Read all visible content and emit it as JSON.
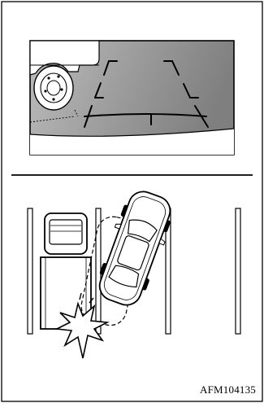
{
  "figure": {
    "code": "AFM104135",
    "panels": [
      {
        "name": "rear-view-camera-display",
        "guide_lines": "dashed-parking-guide",
        "obstacle": "truck-rear-wheel"
      },
      {
        "name": "top-view-parking-scenario",
        "vehicle": "car-reversing-into-space",
        "obstacle": "parked-truck",
        "event": "collision"
      }
    ]
  },
  "colors": {
    "line": "#000000",
    "screen_dark": "#8d8d8d",
    "screen_light": "#ffffff",
    "background": "#ffffff"
  }
}
